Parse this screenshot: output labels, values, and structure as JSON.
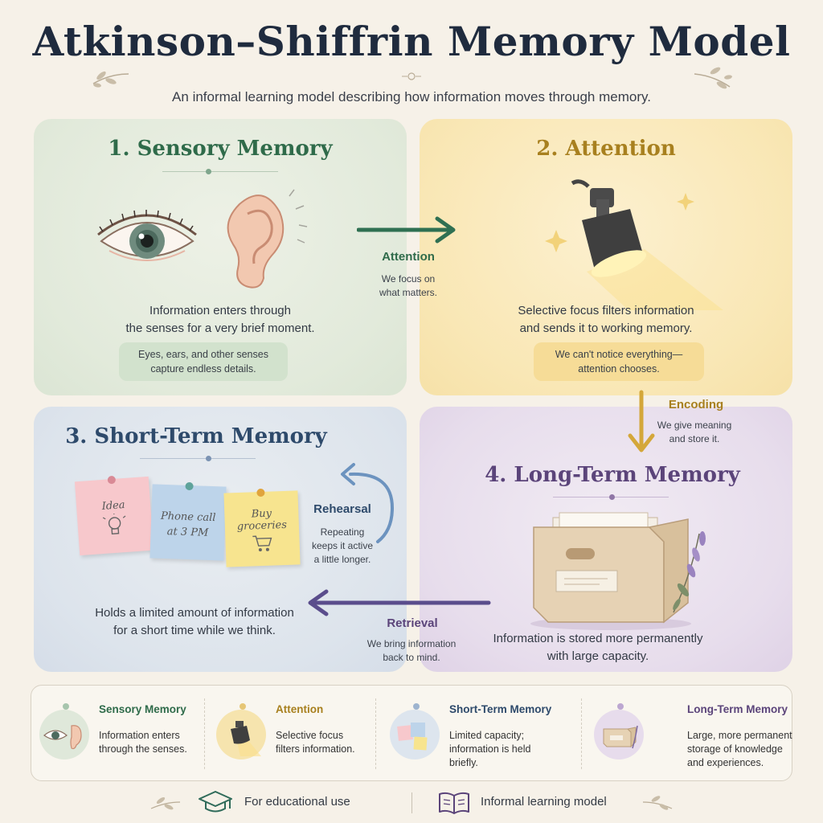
{
  "header": {
    "title": "Atkinson–Shiffrin Memory Model",
    "subtitle": "An informal learning model describing how information moves through memory."
  },
  "panels": {
    "sensory": {
      "title": "1. Sensory Memory",
      "text_line1": "Information enters through",
      "text_line2": "the senses for a very brief moment.",
      "note_line1": "Eyes, ears, and other senses",
      "note_line2": "capture endless details."
    },
    "attention": {
      "title": "2. Attention",
      "text_line1": "Selective focus filters information",
      "text_line2": "and sends it to working memory.",
      "note_line1": "We can't notice everything—",
      "note_line2": "attention chooses."
    },
    "short_term": {
      "title": "3. Short-Term Memory",
      "text_line1": "Holds a limited amount of information",
      "text_line2": "for a short time while we think.",
      "notes": [
        {
          "line1": "Idea",
          "line2": ""
        },
        {
          "line1": "Phone call",
          "line2": "at 3 PM"
        },
        {
          "line1": "Buy",
          "line2": "groceries"
        }
      ]
    },
    "long_term": {
      "title": "4. Long-Term Memory",
      "text_line1": "Information is stored more permanently",
      "text_line2": "with large capacity."
    }
  },
  "connectors": {
    "attention": {
      "label": "Attention",
      "desc_line1": "We focus on",
      "desc_line2": "what matters."
    },
    "encoding": {
      "label": "Encoding",
      "desc_line1": "We give meaning",
      "desc_line2": "and store it."
    },
    "rehearsal": {
      "label": "Rehearsal",
      "desc_line1": "Repeating",
      "desc_line2": "keeps it active",
      "desc_line3": "a little longer."
    },
    "retrieval": {
      "label": "Retrieval",
      "desc_line1": "We bring information",
      "desc_line2": "back to mind."
    }
  },
  "summary": [
    {
      "title": "Sensory Memory",
      "line1": "Information enters",
      "line2": "through the senses.",
      "line3": "",
      "color": "#2f6b4a"
    },
    {
      "title": "Attention",
      "line1": "Selective focus",
      "line2": "filters information.",
      "line3": "",
      "color": "#a8801f"
    },
    {
      "title": "Short-Term Memory",
      "line1": "Limited capacity;",
      "line2": "information is held",
      "line3": "briefly.",
      "color": "#2e4a6b"
    },
    {
      "title": "Long-Term Memory",
      "line1": "Large, more permanent",
      "line2": "storage of knowledge",
      "line3": "and experiences.",
      "color": "#5b447a"
    }
  ],
  "footer": {
    "left": "For educational use",
    "right": "Informal learning model"
  },
  "colors": {
    "sensory": "#2f6b4a",
    "attention": "#a8801f",
    "short_term": "#2e4a6b",
    "long_term": "#5b447a",
    "retrieval_arrow": "#5a4d8c",
    "rehearsal_arrow": "#6c93bf",
    "encoding_arrow": "#d4a73a"
  }
}
